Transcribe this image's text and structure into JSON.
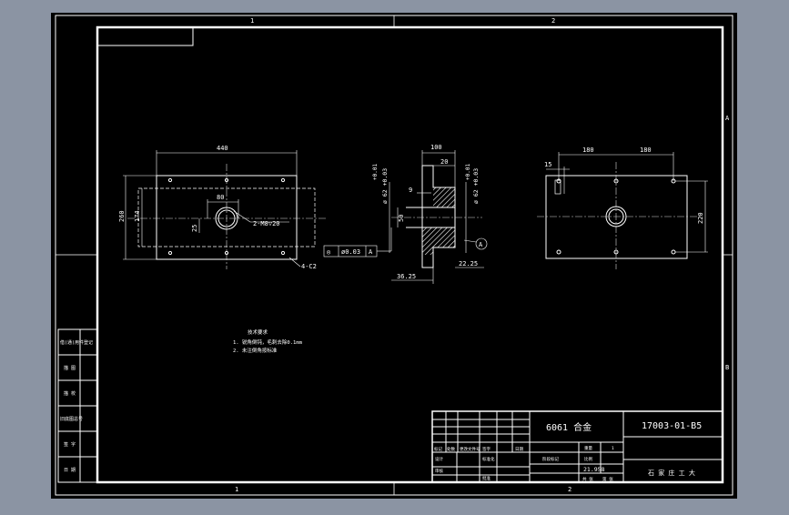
{
  "colors": {
    "app_background": "#8b94a3",
    "sheet": "#000000",
    "line": "#ffffff",
    "center_line": "#d9d9d9"
  },
  "frame": {
    "zone_top": [
      "1",
      "2"
    ],
    "zone_bottom": [
      "1",
      "2"
    ],
    "zone_right": [
      "A",
      "B"
    ]
  },
  "front_view": {
    "width_dim": "440",
    "height_outer_dim": "260",
    "height_inner_dim": "174",
    "offset_dim": "80",
    "small_dim": "25",
    "hole_note": "2-M8▽20",
    "chamfer_note": "4-C2"
  },
  "section_view": {
    "top_dim": "100",
    "step_dim": "20",
    "small_dim": "9",
    "bore_dim": "50",
    "left_dim": "36.25",
    "right_dim": "22.25",
    "left_diameter": "ø 62 +0.03",
    "left_diameter_tol": "+0.01",
    "right_diameter": "ø 62 +0.03",
    "right_diameter_tol": "+0.01",
    "datum": "A",
    "tolerance_frame": {
      "symbol": "◎",
      "value": "ø0.03",
      "datum": "A"
    }
  },
  "side_view": {
    "left_dim": "180",
    "right_dim": "180",
    "small_dim": "15",
    "height_dim": "220"
  },
  "notes": {
    "title": "技术要求",
    "line1": "1. 锐角倒钝，毛刺去除0.1mm",
    "line2": "2. 未注倒角按标准"
  },
  "left_strip": [
    "借(通)用件登记",
    "描 图",
    "描 校",
    "旧底图总号",
    "签 字",
    "日 期"
  ],
  "title_block": {
    "material": "6061 合金",
    "drawing_number": "17003-01-B5",
    "unit_name": "石 家 庄 工 大",
    "mass": "21.958",
    "header_cells": [
      "标记",
      "处数",
      "更改文件号",
      "签字",
      "日期"
    ],
    "stage_label": "阶段标记",
    "weight_label": "重量",
    "scale_label": "比例",
    "scale_value": "1",
    "sheet_label": "共 张",
    "sheet_of": "第 张",
    "design_label": "设计",
    "review_label": "审核",
    "approve_label": "批准",
    "std_label": "标准化"
  }
}
